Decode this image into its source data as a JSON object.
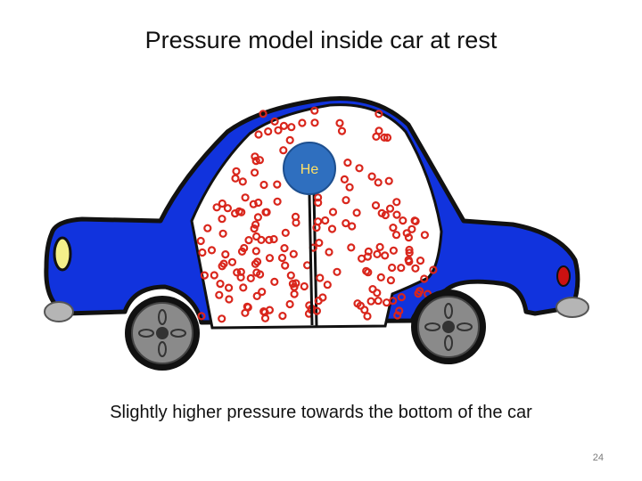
{
  "slide": {
    "title": "Pressure model inside car at rest",
    "caption": "Slightly higher pressure towards the bottom of the car",
    "page_number": "24"
  },
  "balloon": {
    "label": "He",
    "color": "#2f6fbf",
    "label_color": "#ffe066"
  },
  "colors": {
    "car_body": "#1133dd",
    "outline": "#111111",
    "interior": "#ffffff",
    "particle": "#d9261c",
    "headlight": "#f4ef8a",
    "taillight": "#cc1111",
    "wheel": "#8a8a8a",
    "bumper": "#b5b5b5"
  }
}
